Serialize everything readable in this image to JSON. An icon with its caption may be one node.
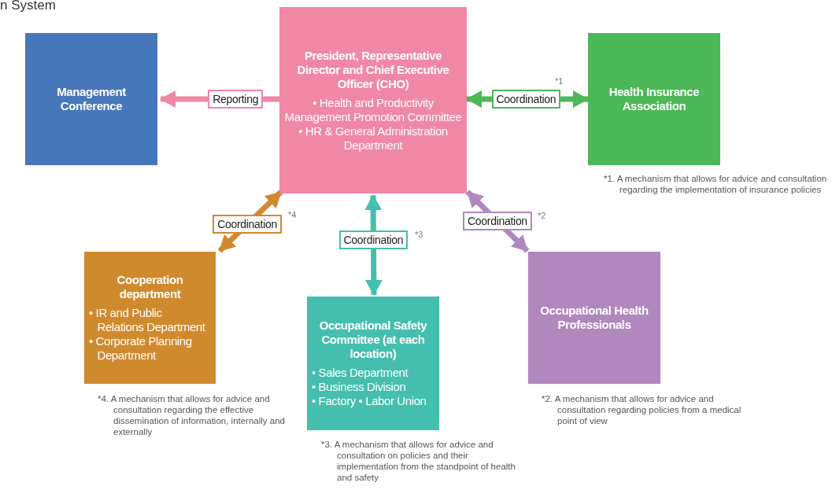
{
  "diagram": {
    "title": "n System",
    "nodes": [
      {
        "text": [
          "Management Conference"
        ]
      },
      {
        "text": [
          "President, Representative Director and Chief Executive Officer (CHO)",
          "• Health and Productivity Management Promotion Committee",
          "• HR & General Administration Department"
        ]
      },
      {
        "text": [
          "Health Insurance Association"
        ],
        "beside": [
          "*1. A mechanism that allows for advice and consultation regarding the implementation of insurance policies"
        ]
      },
      {
        "text": [
          "Cooperation department",
          "• IR and Public Relations Department",
          "• Corporate Planning Department"
        ],
        "beside": [
          "*4. A mechanism that allows for advice and consultation regarding the effective dissemination of information, internally and externally"
        ]
      },
      {
        "text": [
          "Occupational Safety Committee (at each location)",
          "• Sales Department",
          "• Business Division",
          "• Factory • Labor Union"
        ],
        "beside": [
          "*3. A mechanism that allows for advice and consultation on policies and their implementation from the standpoint of health and safety"
        ]
      },
      {
        "text": [
          "Occupational Health Professionals"
        ],
        "beside": [
          "*2. A mechanism that allows for advice and consultation regarding policies from a medical point of view"
        ]
      }
    ],
    "edges": [
      {
        "from": 1,
        "to": 0,
        "arrow": "to",
        "label": "Reporting",
        "color": "#f087a5"
      },
      {
        "from": 1,
        "to": 2,
        "arrow": "both",
        "label": "Coordination",
        "color": "#4cb858"
      },
      {
        "from": 1,
        "to": 3,
        "arrow": "both",
        "label": "Coordination",
        "color": "#d08a2e"
      },
      {
        "from": 1,
        "to": 4,
        "arrow": "both",
        "label": "Coordination",
        "color": "#45bfad"
      },
      {
        "from": 1,
        "to": 5,
        "arrow": "both",
        "label": "Coordination",
        "color": "#b088be"
      }
    ],
    "labels": [
      "*1",
      "*4",
      "*3",
      "*2"
    ]
  }
}
